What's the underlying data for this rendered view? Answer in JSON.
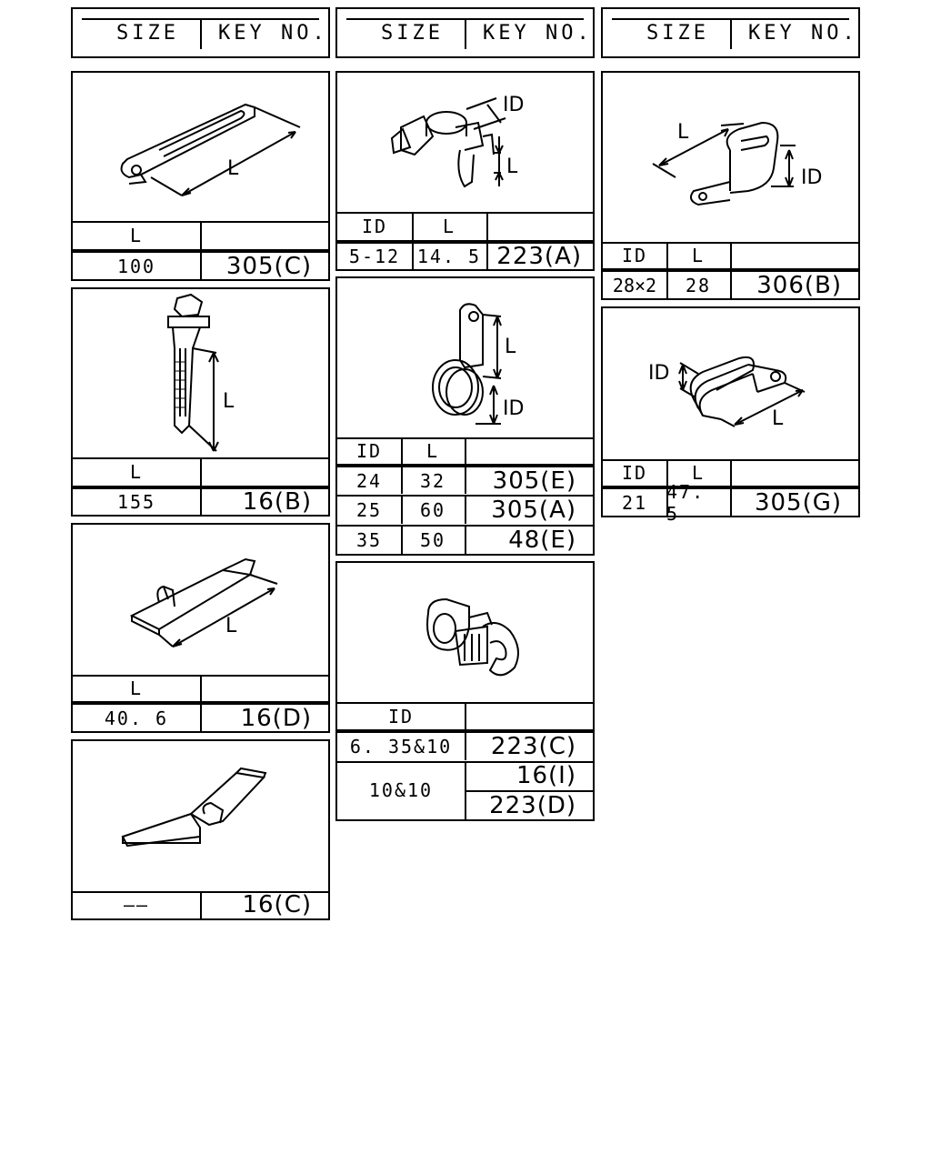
{
  "header": {
    "size_label": "SIZE",
    "key_label": "KEY NO."
  },
  "col1": [
    {
      "dim_labels": [
        "L"
      ],
      "col_headers": [
        "L"
      ],
      "rows": [
        {
          "values": [
            "100"
          ],
          "key": "305(C)"
        }
      ]
    },
    {
      "dim_labels": [
        "L"
      ],
      "col_headers": [
        "L"
      ],
      "rows": [
        {
          "values": [
            "155"
          ],
          "key": "16(B)"
        }
      ]
    },
    {
      "dim_labels": [
        "L"
      ],
      "col_headers": [
        "L"
      ],
      "rows": [
        {
          "values": [
            "40. 6"
          ],
          "key": "16(D)"
        }
      ]
    },
    {
      "rows": [
        {
          "values": [
            "——"
          ],
          "key": "16(C)"
        }
      ]
    }
  ],
  "col2": [
    {
      "dim_labels": [
        "ID",
        "L"
      ],
      "col_headers": [
        "ID",
        "L"
      ],
      "rows": [
        {
          "values": [
            "5-12",
            "14. 5"
          ],
          "key": "223(A)"
        }
      ]
    },
    {
      "dim_labels": [
        "L",
        "ID"
      ],
      "col_headers": [
        "ID",
        "L"
      ],
      "rows": [
        {
          "values": [
            "24",
            "32"
          ],
          "key": "305(E)"
        },
        {
          "values": [
            "25",
            "60"
          ],
          "key": "305(A)"
        },
        {
          "values": [
            "35",
            "50"
          ],
          "key": "48(E)"
        }
      ]
    },
    {
      "col_headers": [
        "ID"
      ],
      "rows": [
        {
          "values": [
            "6. 35&10"
          ],
          "key": "223(C)"
        },
        {
          "values": [
            "10&10"
          ],
          "keys": [
            "16(I)",
            "223(D)"
          ]
        }
      ]
    }
  ],
  "col3": [
    {
      "dim_labels": [
        "L",
        "ID"
      ],
      "col_headers": [
        "ID",
        "L"
      ],
      "rows": [
        {
          "values": [
            "28×2",
            "28"
          ],
          "key": "306(B)"
        }
      ]
    },
    {
      "dim_labels": [
        "ID",
        "L"
      ],
      "col_headers": [
        "ID",
        "L"
      ],
      "rows": [
        {
          "values": [
            "21",
            "47. 5"
          ],
          "key": "305(G)"
        }
      ]
    }
  ]
}
